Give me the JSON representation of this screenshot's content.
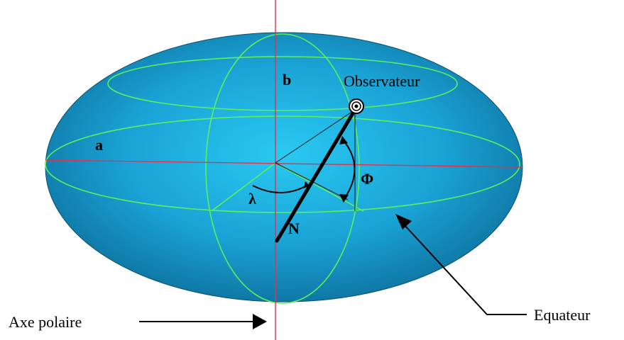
{
  "labels": {
    "semi_major_axis": "a",
    "semi_minor_axis": "b",
    "observer": "Observateur",
    "latitude": "Φ",
    "longitude": "λ",
    "normal": "N",
    "polar_axis": "Axe polaire",
    "equator": "Equateur"
  },
  "colors": {
    "ellipsoid_center": "#29c9f2",
    "ellipsoid_mid": "#1aa3d6",
    "ellipsoid_edge": "#0c6e9a",
    "meridian_lines": "#5cf05c",
    "axis_lines": "#e8304a",
    "construction_lines": "#111111"
  },
  "icons": {
    "observer": "observer-target-icon",
    "polar_axis_pointer": "arrow-right-icon",
    "equator_pointer": "arrow-up-left-icon"
  }
}
